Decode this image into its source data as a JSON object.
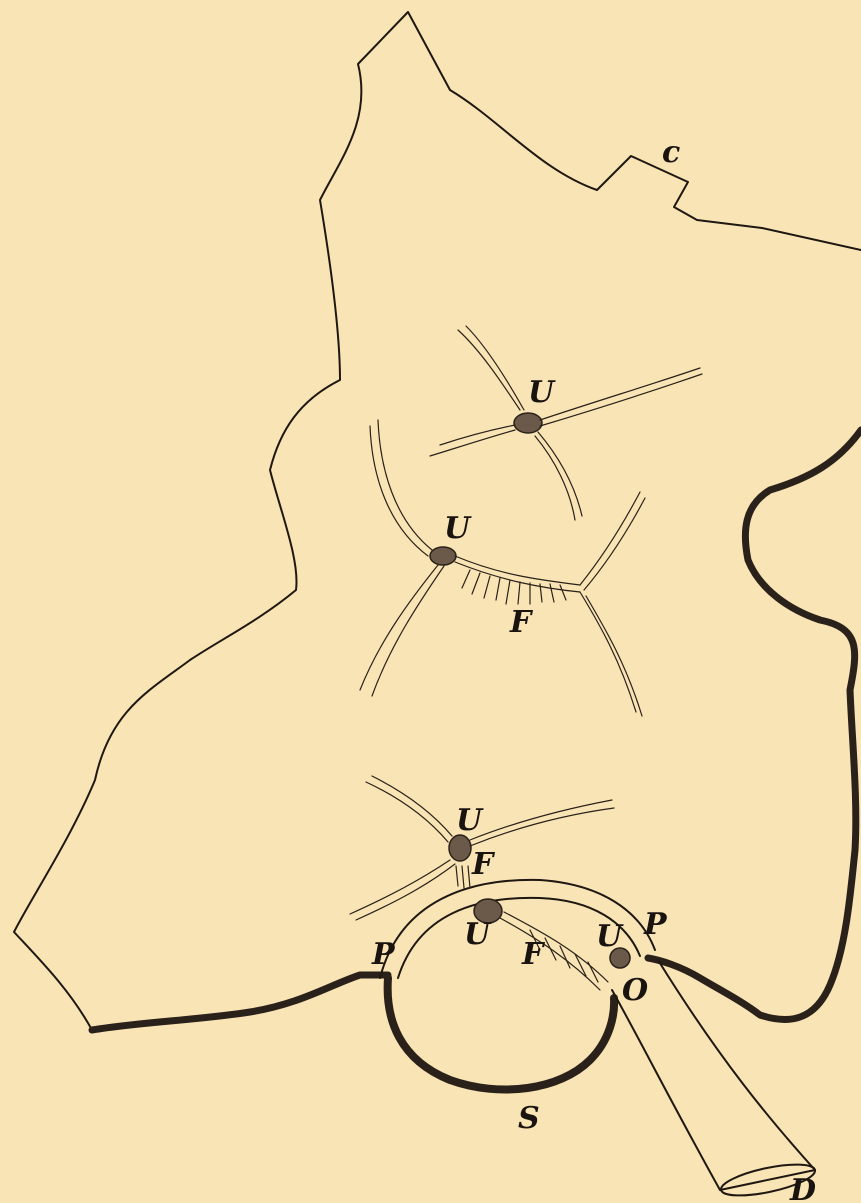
{
  "labels": {
    "c": "c",
    "u_top": "U",
    "u_mid": "U",
    "f_mid": "F",
    "u_low": "U",
    "f_low": "F",
    "u_base_left": "U",
    "f_base": "F",
    "u_base_right": "U",
    "p_left": "P",
    "p_right": "P",
    "o": "O",
    "s": "S",
    "d": "D"
  },
  "colors": {
    "paper": "#f8e4b4",
    "ink": "#1f1812"
  }
}
